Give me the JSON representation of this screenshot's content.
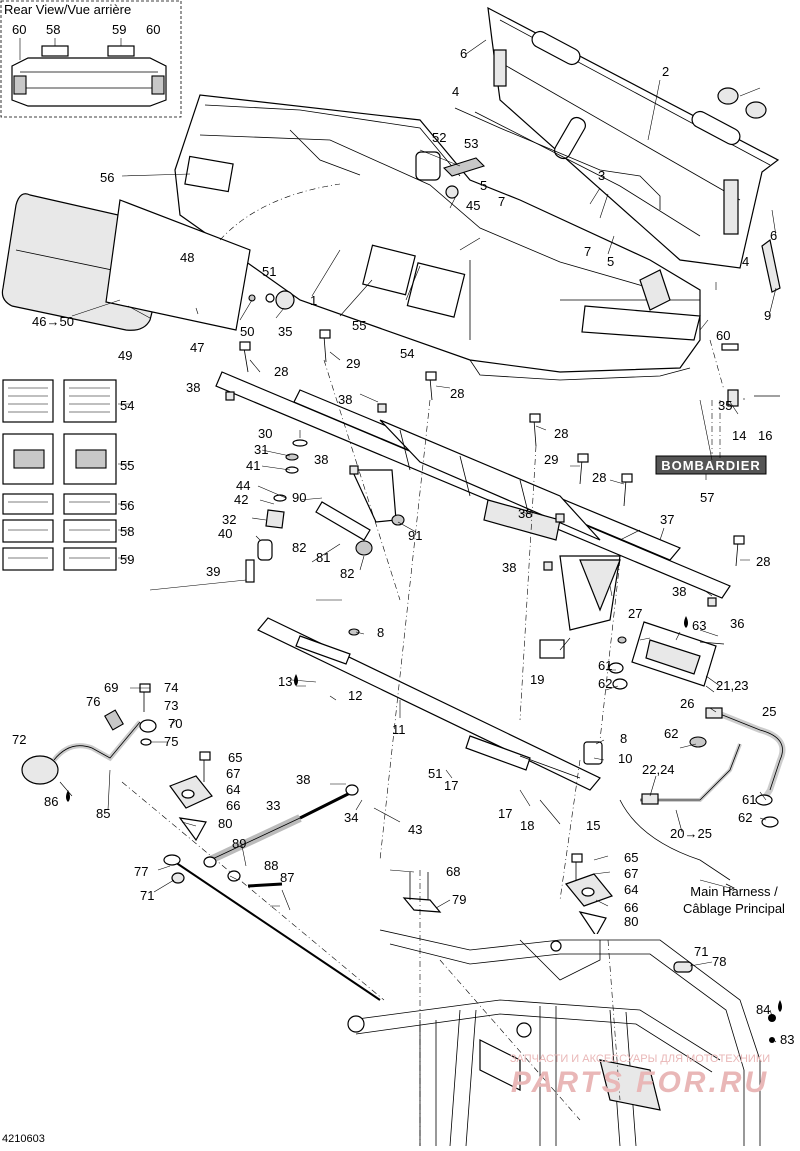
{
  "inset": {
    "title": "Rear View/Vue arrière",
    "labels": [
      "60",
      "58",
      "59",
      "60"
    ]
  },
  "brand_label": "BOMBARDIER",
  "harness_note": [
    "Main Harness /",
    "Câblage Principal"
  ],
  "diagram_id": "4210603",
  "watermark": {
    "line1": "ЗАПЧАСТИ И АКСЕССУАРЫ ДЛЯ МОТОТЕХНИКИ",
    "line2": "PARTS FOR.RU"
  },
  "callouts": [
    {
      "id": "c1",
      "text": "1"
    },
    {
      "id": "c2",
      "text": "2"
    },
    {
      "id": "c3",
      "text": "3"
    },
    {
      "id": "c4a",
      "text": "4"
    },
    {
      "id": "c4b",
      "text": "4"
    },
    {
      "id": "c5a",
      "text": "5"
    },
    {
      "id": "c5b",
      "text": "5"
    },
    {
      "id": "c6a",
      "text": "6"
    },
    {
      "id": "c6b",
      "text": "6"
    },
    {
      "id": "c7a",
      "text": "7"
    },
    {
      "id": "c7b",
      "text": "7"
    },
    {
      "id": "c8a",
      "text": "8"
    },
    {
      "id": "c8b",
      "text": "8"
    },
    {
      "id": "c9",
      "text": "9"
    },
    {
      "id": "c10",
      "text": "10"
    },
    {
      "id": "c11",
      "text": "11"
    },
    {
      "id": "c12",
      "text": "12"
    },
    {
      "id": "c13",
      "text": "13"
    },
    {
      "id": "c14",
      "text": "14"
    },
    {
      "id": "c15",
      "text": "15"
    },
    {
      "id": "c16",
      "text": "16"
    },
    {
      "id": "c17a",
      "text": "17"
    },
    {
      "id": "c17b",
      "text": "17"
    },
    {
      "id": "c18",
      "text": "18"
    },
    {
      "id": "c19",
      "text": "19"
    },
    {
      "id": "c2025",
      "text": "20→25"
    },
    {
      "id": "c2123",
      "text": "21,23"
    },
    {
      "id": "c2224",
      "text": "22,24"
    },
    {
      "id": "c25",
      "text": "25"
    },
    {
      "id": "c26",
      "text": "26"
    },
    {
      "id": "c27",
      "text": "27"
    },
    {
      "id": "c28a",
      "text": "28"
    },
    {
      "id": "c28b",
      "text": "28"
    },
    {
      "id": "c28c",
      "text": "28"
    },
    {
      "id": "c28d",
      "text": "28"
    },
    {
      "id": "c28e",
      "text": "28"
    },
    {
      "id": "c29a",
      "text": "29"
    },
    {
      "id": "c29b",
      "text": "29"
    },
    {
      "id": "c30",
      "text": "30"
    },
    {
      "id": "c31",
      "text": "31"
    },
    {
      "id": "c32",
      "text": "32"
    },
    {
      "id": "c33",
      "text": "33"
    },
    {
      "id": "c34",
      "text": "34"
    },
    {
      "id": "c35a",
      "text": "35"
    },
    {
      "id": "c35b",
      "text": "35"
    },
    {
      "id": "c36",
      "text": "36"
    },
    {
      "id": "c37",
      "text": "37"
    },
    {
      "id": "c38a",
      "text": "38"
    },
    {
      "id": "c38b",
      "text": "38"
    },
    {
      "id": "c38c",
      "text": "38"
    },
    {
      "id": "c38d",
      "text": "38"
    },
    {
      "id": "c38e",
      "text": "38"
    },
    {
      "id": "c38f",
      "text": "38"
    },
    {
      "id": "c38g",
      "text": "38"
    },
    {
      "id": "c39",
      "text": "39"
    },
    {
      "id": "c40",
      "text": "40"
    },
    {
      "id": "c41",
      "text": "41"
    },
    {
      "id": "c42",
      "text": "42"
    },
    {
      "id": "c43",
      "text": "43"
    },
    {
      "id": "c44",
      "text": "44"
    },
    {
      "id": "c45",
      "text": "45"
    },
    {
      "id": "c4650",
      "text": "46→50"
    },
    {
      "id": "c47",
      "text": "47"
    },
    {
      "id": "c48",
      "text": "48"
    },
    {
      "id": "c49",
      "text": "49"
    },
    {
      "id": "c50",
      "text": "50"
    },
    {
      "id": "c51a",
      "text": "51"
    },
    {
      "id": "c51b",
      "text": "51"
    },
    {
      "id": "c52",
      "text": "52"
    },
    {
      "id": "c53",
      "text": "53"
    },
    {
      "id": "c54a",
      "text": "54"
    },
    {
      "id": "c54b",
      "text": "54"
    },
    {
      "id": "c55a",
      "text": "55"
    },
    {
      "id": "c55b",
      "text": "55"
    },
    {
      "id": "c56a",
      "text": "56"
    },
    {
      "id": "c56b",
      "text": "56"
    },
    {
      "id": "c57",
      "text": "57"
    },
    {
      "id": "c58",
      "text": "58"
    },
    {
      "id": "c59",
      "text": "59"
    },
    {
      "id": "c60",
      "text": "60"
    },
    {
      "id": "c61a",
      "text": "61"
    },
    {
      "id": "c61b",
      "text": "61"
    },
    {
      "id": "c62a",
      "text": "62"
    },
    {
      "id": "c62b",
      "text": "62"
    },
    {
      "id": "c62c",
      "text": "62"
    },
    {
      "id": "c63",
      "text": "63"
    },
    {
      "id": "c64a",
      "text": "64"
    },
    {
      "id": "c64b",
      "text": "64"
    },
    {
      "id": "c65a",
      "text": "65"
    },
    {
      "id": "c65b",
      "text": "65"
    },
    {
      "id": "c66a",
      "text": "66"
    },
    {
      "id": "c66b",
      "text": "66"
    },
    {
      "id": "c67a",
      "text": "67"
    },
    {
      "id": "c67b",
      "text": "67"
    },
    {
      "id": "c68",
      "text": "68"
    },
    {
      "id": "c69",
      "text": "69"
    },
    {
      "id": "c70",
      "text": "70"
    },
    {
      "id": "c71a",
      "text": "71"
    },
    {
      "id": "c71b",
      "text": "71"
    },
    {
      "id": "c72",
      "text": "72"
    },
    {
      "id": "c73",
      "text": "73"
    },
    {
      "id": "c74",
      "text": "74"
    },
    {
      "id": "c75",
      "text": "75"
    },
    {
      "id": "c76",
      "text": "76"
    },
    {
      "id": "c77",
      "text": "77"
    },
    {
      "id": "c78",
      "text": "78"
    },
    {
      "id": "c79",
      "text": "79"
    },
    {
      "id": "c80a",
      "text": "80"
    },
    {
      "id": "c80b",
      "text": "80"
    },
    {
      "id": "c81",
      "text": "81"
    },
    {
      "id": "c82a",
      "text": "82"
    },
    {
      "id": "c82b",
      "text": "82"
    },
    {
      "id": "c83",
      "text": "83"
    },
    {
      "id": "c84",
      "text": "84"
    },
    {
      "id": "c85",
      "text": "85"
    },
    {
      "id": "c86",
      "text": "86"
    },
    {
      "id": "c87",
      "text": "87"
    },
    {
      "id": "c88",
      "text": "88"
    },
    {
      "id": "c89",
      "text": "89"
    },
    {
      "id": "c90",
      "text": "90"
    },
    {
      "id": "c91",
      "text": "91"
    }
  ]
}
